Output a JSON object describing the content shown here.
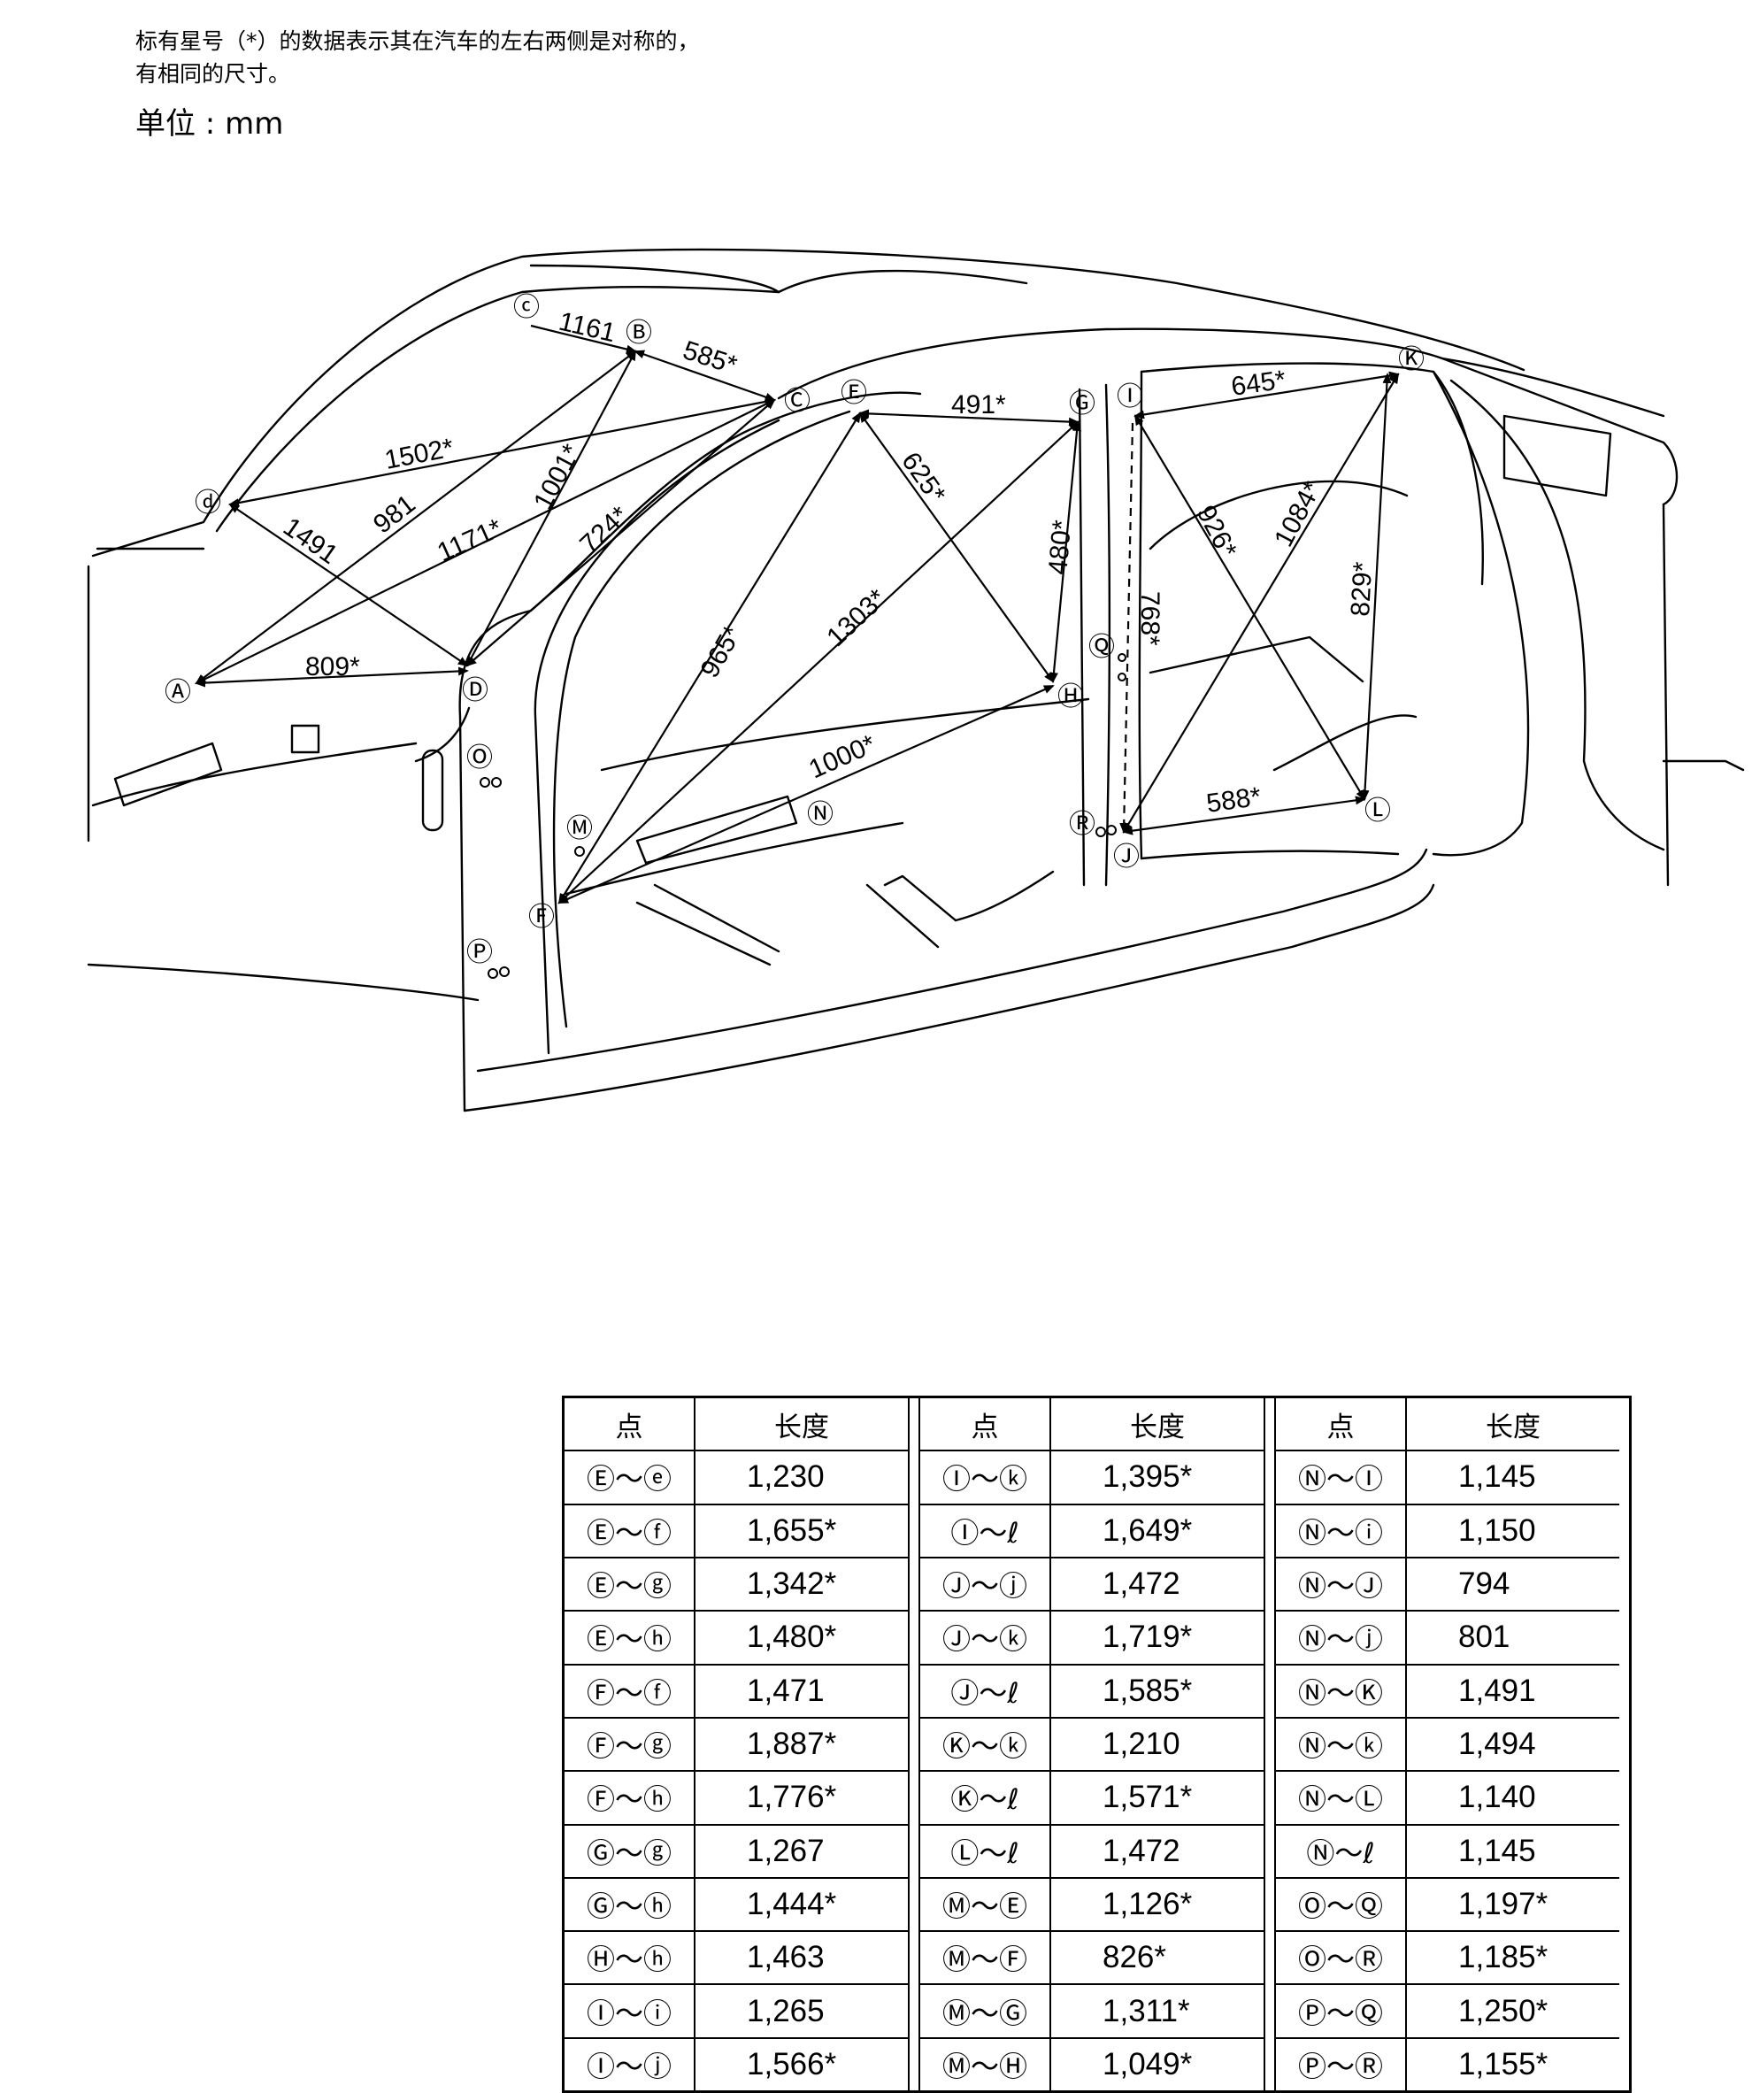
{
  "notes": {
    "line1": "标有星号（*）的数据表示其在汽车的左右两侧是对称的，",
    "line2": "有相同的尺寸。",
    "unit": "单位 : mm"
  },
  "diagram": {
    "points": {
      "A": "Ⓐ",
      "B": "Ⓑ",
      "C": "Ⓒ",
      "D": "Ⓓ",
      "E": "Ⓔ",
      "F": "Ⓕ",
      "G": "Ⓖ",
      "H": "Ⓗ",
      "I": "Ⓘ",
      "J": "Ⓙ",
      "K": "Ⓚ",
      "L": "Ⓛ",
      "M": "Ⓜ",
      "N": "Ⓝ",
      "O": "Ⓞ",
      "P": "Ⓟ",
      "Q": "Ⓠ",
      "R": "Ⓡ",
      "c": "ⓒ",
      "d": "ⓓ"
    },
    "dimensions": {
      "c_B": "1161",
      "B_C": "585*",
      "d_C": "1502*",
      "d_D": "1491",
      "B_A": "981",
      "A_C": "1171*",
      "B_D": "1001*",
      "C_D": "724*",
      "A_D": "809*",
      "E_G": "491*",
      "E_H": "625*",
      "G_H": "480*",
      "F_E": "965*",
      "F_G": "1303*",
      "F_H": "1000*",
      "I_K": "645*",
      "I_L": "926*",
      "K_J": "1084*",
      "K_L": "829*",
      "I_J": "768*",
      "J_L": "588*"
    }
  },
  "table": {
    "headers": {
      "point": "点",
      "length": "长度"
    },
    "groups": [
      [
        {
          "point": "Ⓔ～ⓔ",
          "length": "1,230"
        },
        {
          "point": "Ⓔ～ⓕ",
          "length": "1,655*"
        },
        {
          "point": "Ⓔ～ⓖ",
          "length": "1,342*"
        },
        {
          "point": "Ⓔ～ⓗ",
          "length": "1,480*"
        },
        {
          "point": "Ⓕ～ⓕ",
          "length": "1,471"
        },
        {
          "point": "Ⓕ～ⓖ",
          "length": "1,887*"
        },
        {
          "point": "Ⓕ～ⓗ",
          "length": "1,776*"
        },
        {
          "point": "Ⓖ～ⓖ",
          "length": "1,267"
        },
        {
          "point": "Ⓖ～ⓗ",
          "length": "1,444*"
        },
        {
          "point": "Ⓗ～ⓗ",
          "length": "1,463"
        },
        {
          "point": "Ⓘ～ⓘ",
          "length": "1,265"
        },
        {
          "point": "Ⓘ～ⓙ",
          "length": "1,566*"
        }
      ],
      [
        {
          "point": "Ⓘ～ⓚ",
          "length": "1,395*"
        },
        {
          "point": "Ⓘ～ℓ",
          "length": "1,649*"
        },
        {
          "point": "Ⓙ～ⓙ",
          "length": "1,472"
        },
        {
          "point": "Ⓙ～ⓚ",
          "length": "1,719*"
        },
        {
          "point": "Ⓙ～ℓ",
          "length": "1,585*"
        },
        {
          "point": "Ⓚ～ⓚ",
          "length": "1,210"
        },
        {
          "point": "Ⓚ～ℓ",
          "length": "1,571*"
        },
        {
          "point": "Ⓛ～ℓ",
          "length": "1,472"
        },
        {
          "point": "Ⓜ～Ⓔ",
          "length": "1,126*"
        },
        {
          "point": "Ⓜ～Ⓕ",
          "length": "826*"
        },
        {
          "point": "Ⓜ～Ⓖ",
          "length": "1,311*"
        },
        {
          "point": "Ⓜ～Ⓗ",
          "length": "1,049*"
        }
      ],
      [
        {
          "point": "Ⓝ～Ⓘ",
          "length": "1,145"
        },
        {
          "point": "Ⓝ～ⓘ",
          "length": "1,150"
        },
        {
          "point": "Ⓝ～Ⓙ",
          "length": "794"
        },
        {
          "point": "Ⓝ～ⓙ",
          "length": "801"
        },
        {
          "point": "Ⓝ～Ⓚ",
          "length": "1,491"
        },
        {
          "point": "Ⓝ～ⓚ",
          "length": "1,494"
        },
        {
          "point": "Ⓝ～Ⓛ",
          "length": "1,140"
        },
        {
          "point": "Ⓝ～ℓ",
          "length": "1,145"
        },
        {
          "point": "Ⓞ～Ⓠ",
          "length": "1,197*"
        },
        {
          "point": "Ⓞ～Ⓡ",
          "length": "1,185*"
        },
        {
          "point": "Ⓟ～Ⓠ",
          "length": "1,250*"
        },
        {
          "point": "Ⓟ～Ⓡ",
          "length": "1,155*"
        }
      ]
    ]
  }
}
